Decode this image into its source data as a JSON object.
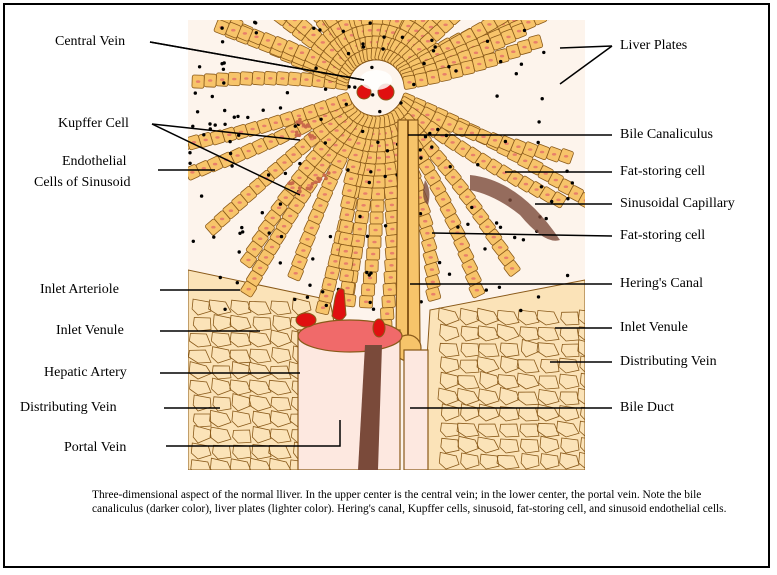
{
  "labels": {
    "central_vein": "Central Vein",
    "kupffer_cell": "Kupffer Cell",
    "endothelial_1": "Endothelial",
    "endothelial_2": "Cells of Sinusoid",
    "inlet_arteriole": "Inlet Arteriole",
    "inlet_venule_left": "Inlet Venule",
    "hepatic_artery": "Hepatic Artery",
    "distributing_vein_left": "Distributing Vein",
    "portal_vein": "Portal Vein",
    "liver_plates": "Liver Plates",
    "bile_canaliculus": "Bile Canaliculus",
    "fat_storing_cell_1": "Fat-storing cell",
    "sinusoidal_capillary": "Sinusoidal Capillary",
    "fat_storing_cell_2": "Fat-storing cell",
    "herings_canal": "Hering's Canal",
    "inlet_venule_right": "Inlet Venule",
    "distributing_vein_right": "Distributing Vein",
    "bile_duct": "Bile Duct"
  },
  "caption": "Three-dimensional aspect of the normal lliver. In the upper center is the central vein; in the lower center, the portal vein. Note the bile canaliculus (darker color), liver plates (lighter color). Hering's canal, Kupffer cells, sinusoid, fat-storing cell, and sinusoid endothelial cells.",
  "colors": {
    "plate_fill": "#f7c46a",
    "plate_stroke": "#8a5a1a",
    "background_tissue": "#fbe3b8",
    "sinusoid_space": "#fdf4ec",
    "blood_red": "#e01010",
    "portal_pink": "#f06a6a",
    "bile_dark": "#7a4a3a",
    "nucleus": "#e8806a"
  }
}
